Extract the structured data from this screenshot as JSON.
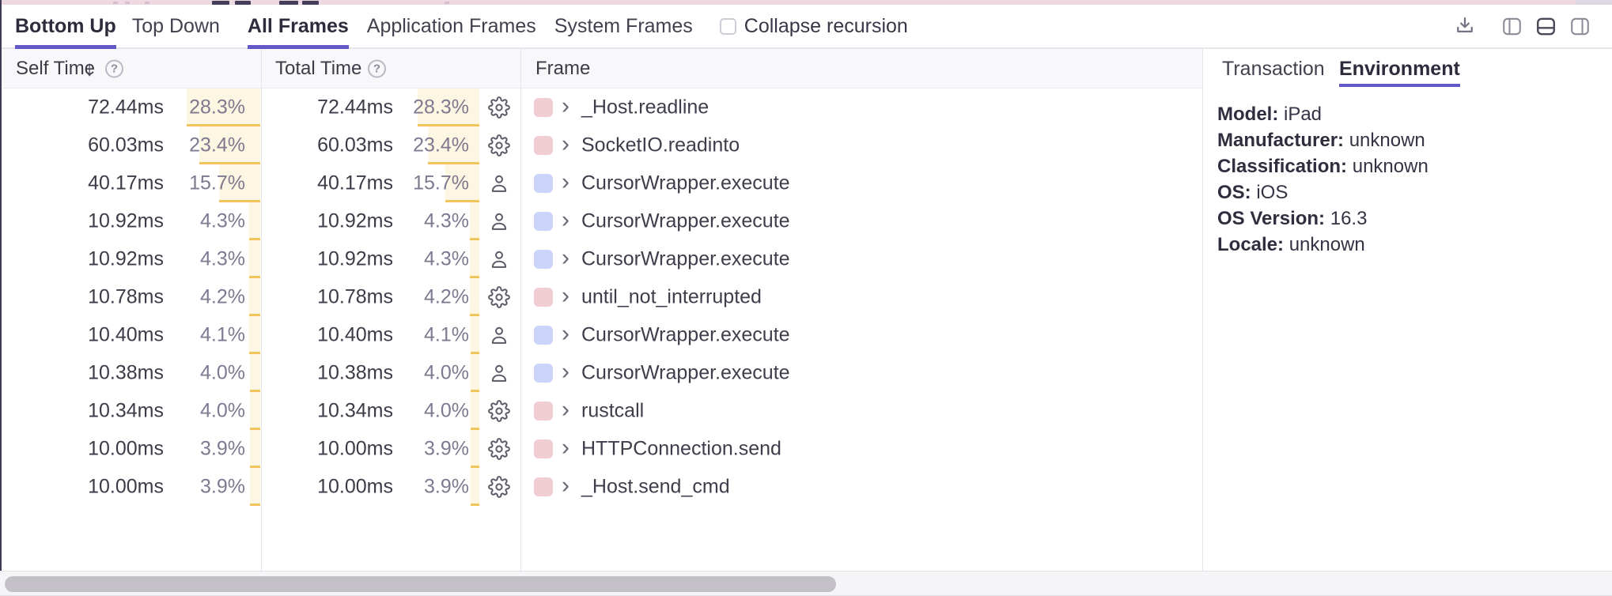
{
  "toolbar": {
    "view_tabs": [
      {
        "label": "Bottom Up",
        "active": true
      },
      {
        "label": "Top Down",
        "active": false
      }
    ],
    "filter_tabs": [
      {
        "label": "All Frames",
        "active": true
      },
      {
        "label": "Application Frames",
        "active": false
      },
      {
        "label": "System Frames",
        "active": false
      }
    ],
    "collapse_recursion": {
      "label": "Collapse recursion",
      "checked": false
    },
    "action_icons": [
      "download-icon",
      "panel-left-icon",
      "panel-bottom-icon",
      "panel-right-icon"
    ],
    "active_layout_icon": "panel-bottom-icon"
  },
  "table": {
    "headers": {
      "self_time": "Self Time",
      "total_time": "Total Time",
      "frame": "Frame"
    },
    "sort": {
      "column": "total_time",
      "glyph": "↓"
    },
    "rows": [
      {
        "self_time": "72.44ms",
        "self_pct": "28.3%",
        "total_time": "72.44ms",
        "total_pct": "28.3%",
        "pct": 28.3,
        "type_icon": "gear",
        "frame_type": "system",
        "frame": "_Host.readline"
      },
      {
        "self_time": "60.03ms",
        "self_pct": "23.4%",
        "total_time": "60.03ms",
        "total_pct": "23.4%",
        "pct": 23.4,
        "type_icon": "gear",
        "frame_type": "system",
        "frame": "SocketIO.readinto"
      },
      {
        "self_time": "40.17ms",
        "self_pct": "15.7%",
        "total_time": "40.17ms",
        "total_pct": "15.7%",
        "pct": 15.7,
        "type_icon": "person",
        "frame_type": "application",
        "frame": "CursorWrapper.execute"
      },
      {
        "self_time": "10.92ms",
        "self_pct": "4.3%",
        "total_time": "10.92ms",
        "total_pct": "4.3%",
        "pct": 4.3,
        "type_icon": "person",
        "frame_type": "application",
        "frame": "CursorWrapper.execute"
      },
      {
        "self_time": "10.92ms",
        "self_pct": "4.3%",
        "total_time": "10.92ms",
        "total_pct": "4.3%",
        "pct": 4.3,
        "type_icon": "person",
        "frame_type": "application",
        "frame": "CursorWrapper.execute"
      },
      {
        "self_time": "10.78ms",
        "self_pct": "4.2%",
        "total_time": "10.78ms",
        "total_pct": "4.2%",
        "pct": 4.2,
        "type_icon": "gear",
        "frame_type": "system",
        "frame": "until_not_interrupted"
      },
      {
        "self_time": "10.40ms",
        "self_pct": "4.1%",
        "total_time": "10.40ms",
        "total_pct": "4.1%",
        "pct": 4.1,
        "type_icon": "person",
        "frame_type": "application",
        "frame": "CursorWrapper.execute"
      },
      {
        "self_time": "10.38ms",
        "self_pct": "4.0%",
        "total_time": "10.38ms",
        "total_pct": "4.0%",
        "pct": 4.0,
        "type_icon": "person",
        "frame_type": "application",
        "frame": "CursorWrapper.execute"
      },
      {
        "self_time": "10.34ms",
        "self_pct": "4.0%",
        "total_time": "10.34ms",
        "total_pct": "4.0%",
        "pct": 4.0,
        "type_icon": "gear",
        "frame_type": "system",
        "frame": "rustcall"
      },
      {
        "self_time": "10.00ms",
        "self_pct": "3.9%",
        "total_time": "10.00ms",
        "total_pct": "3.9%",
        "pct": 3.9,
        "type_icon": "gear",
        "frame_type": "system",
        "frame": "HTTPConnection.send"
      },
      {
        "self_time": "10.00ms",
        "self_pct": "3.9%",
        "total_time": "10.00ms",
        "total_pct": "3.9%",
        "pct": 3.9,
        "type_icon": "gear",
        "frame_type": "system",
        "frame": "_Host.send_cmd"
      }
    ]
  },
  "details_panel": {
    "tabs": [
      {
        "label": "Transaction",
        "active": false
      },
      {
        "label": "Environment",
        "active": true
      }
    ],
    "fields": [
      {
        "label": "Model:",
        "value": "iPad"
      },
      {
        "label": "Manufacturer:",
        "value": "unknown"
      },
      {
        "label": "Classification:",
        "value": "unknown"
      },
      {
        "label": "OS:",
        "value": "iOS"
      },
      {
        "label": "OS Version:",
        "value": "16.3"
      },
      {
        "label": "Locale:",
        "value": "unknown"
      }
    ]
  },
  "colors": {
    "accent": "#6358C8",
    "system_frame_swatch": "#EFCDD3",
    "application_frame_swatch": "#CCD3F8",
    "percent_bar_fill": "#FCF6E2",
    "percent_bar_border": "#F0C45C",
    "minimap_strip": "#ECD9E2"
  }
}
